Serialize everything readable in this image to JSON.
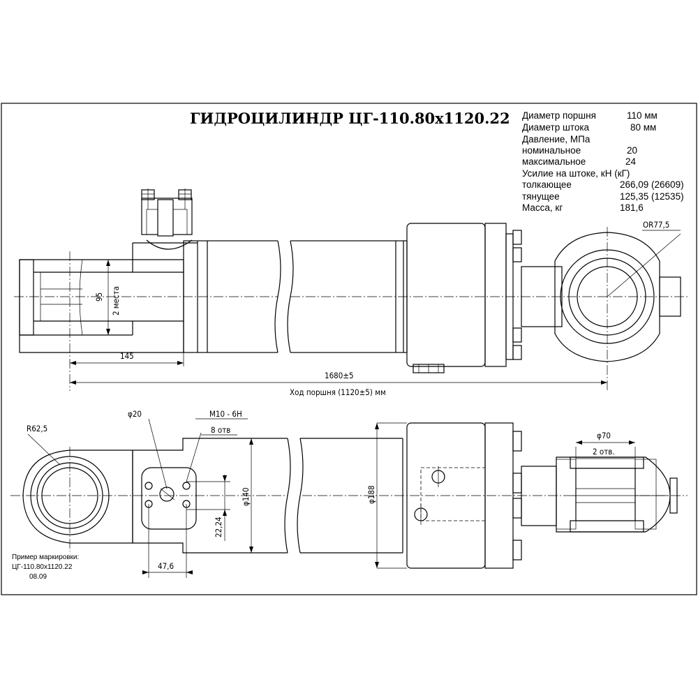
{
  "title": "ГИДРОЦИЛИНДР ЦГ-110.80х1120.22",
  "specs": {
    "piston_diameter": {
      "label": "Диаметр поршня",
      "value": "110 мм"
    },
    "rod_diameter": {
      "label": "Диаметр штока",
      "value": "80 мм"
    },
    "pressure": {
      "label": "Давление, МПа"
    },
    "nominal": {
      "label": "номинальное",
      "value": "20"
    },
    "maximum": {
      "label": "максимальное",
      "value": "24"
    },
    "rod_force": {
      "label": "Усилие на штоке, кН (кГ)"
    },
    "push": {
      "label": "толкающее",
      "value": "266,09 (26609)"
    },
    "pull": {
      "label": "тянущее",
      "value": "125,35 (12535)"
    },
    "mass": {
      "label": "Масса, кг",
      "value": "181,6"
    }
  },
  "dimensions": {
    "r77": "ОR77,5",
    "d95": "95",
    "two_places": "2 места",
    "d145": "145",
    "d1680": "1680±5",
    "stroke": "Ход поршня (1120±5) мм",
    "r62": "R62,5",
    "d20": "φ20",
    "thread": "М10 - 6Н",
    "holes8": "8 отв",
    "d140": "φ140",
    "d188": "φ188",
    "d2224": "22,24",
    "d476": "47,6",
    "d70": "φ70",
    "holes2": "2 отв."
  },
  "marking": {
    "label": "Пример маркировки:",
    "code": "ЦГ-110.80х1120.22",
    "date": "08.09"
  }
}
